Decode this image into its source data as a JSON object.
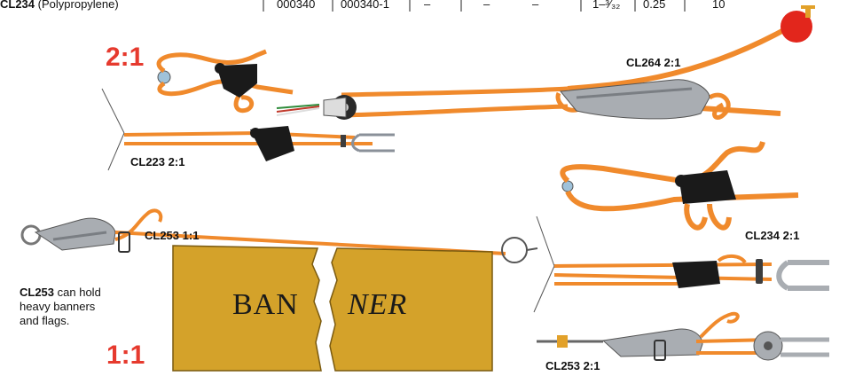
{
  "colors": {
    "rope": "#F08A2C",
    "rope_dark": "#C4621A",
    "cleat": "#1A1A1A",
    "aluminium": "#A9ADB2",
    "banner": "#D4A22A",
    "ratio_red": "#E63A2E",
    "buoy": "#E2261C"
  },
  "table_fragment": {
    "product": "CL234",
    "material": "(Polypropylene)",
    "code1": "000340",
    "code2": "000340-1",
    "dash1": "–",
    "dash2": "–",
    "dash3": "–",
    "fraction": "1–³⁄₃₂",
    "value": "0.25",
    "last": "10"
  },
  "labels": {
    "cl264": "CL264  2:1",
    "cl223": "CL223  2:1",
    "cl234": "CL234  2:1",
    "cl253_top": "CL253  1:1",
    "cl253_bottom": "CL253  2:1"
  },
  "ratios": {
    "top_left": "2:1",
    "bottom_left": "1:1"
  },
  "note": {
    "product": "CL253",
    "line1_rest": " can hold",
    "line2": "heavy banners",
    "line3": "and flags."
  },
  "banner": {
    "left_text": "BAN",
    "right_text": "NER"
  },
  "icons": {
    "cleat": "cam-cleat-icon",
    "pulley": "pulley-block-icon",
    "ring": "ring-icon",
    "buoy": "float-icon"
  }
}
